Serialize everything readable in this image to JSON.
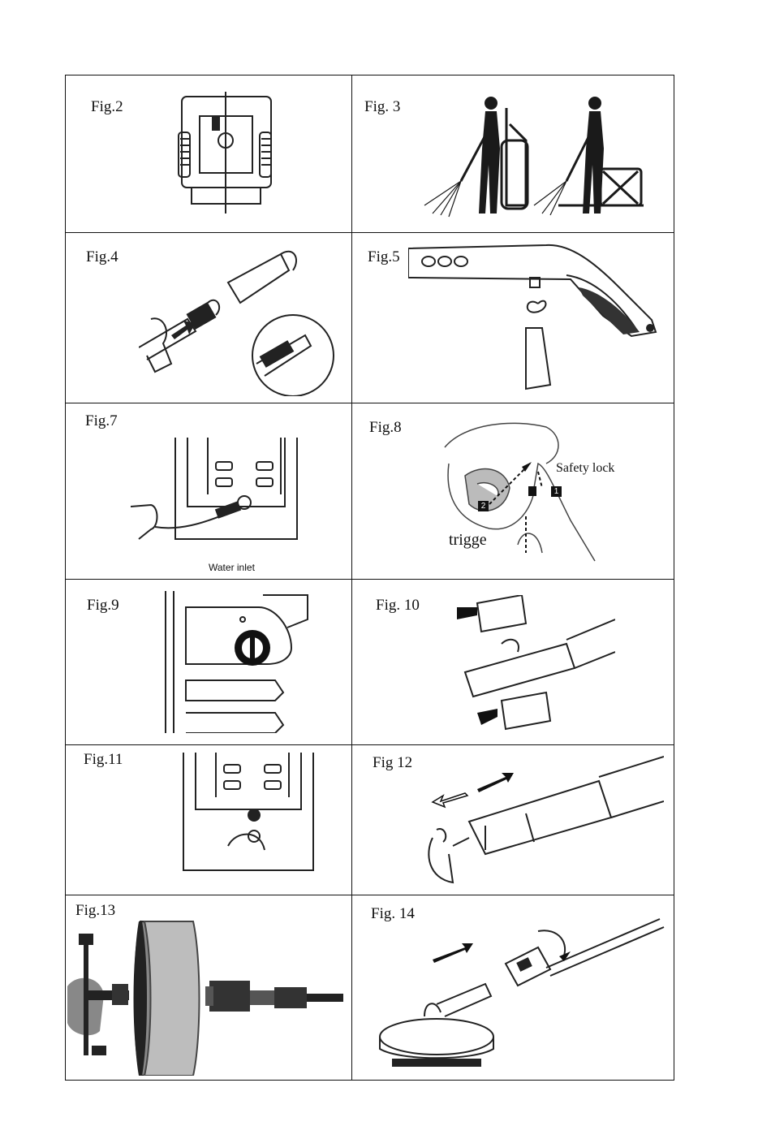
{
  "figures": {
    "fig2": {
      "label": "Fig.2"
    },
    "fig3": {
      "label": "Fig. 3"
    },
    "fig4": {
      "label": "Fig.4"
    },
    "fig5": {
      "label": "Fig.5"
    },
    "fig7": {
      "label": "Fig.7",
      "annotation": "Water inlet"
    },
    "fig8": {
      "label": "Fig.8",
      "annotation_safety": "Safety lock",
      "annotation_trigger": "trigge",
      "step1": "1",
      "step2": "2"
    },
    "fig9": {
      "label": "Fig.9"
    },
    "fig10": {
      "label": "Fig. 10"
    },
    "fig11": {
      "label": "Fig.11"
    },
    "fig12": {
      "label": "Fig 12"
    },
    "fig13": {
      "label": "Fig.13"
    },
    "fig14": {
      "label": "Fig. 14"
    }
  },
  "icons": {
    "fig2": "pressure-washer-back-icon",
    "fig3": "operator-spraying-icon",
    "fig4": "hose-connection-icon",
    "fig5": "spray-gun-icon",
    "fig7": "water-inlet-icon",
    "fig8": "trigger-safety-lock-icon",
    "fig9": "pressure-dial-icon",
    "fig10": "nozzle-rotation-icon",
    "fig11": "outlet-connection-icon",
    "fig12": "nozzle-cleaning-icon",
    "fig13": "surface-brush-icon",
    "fig14": "patio-cleaner-icon"
  }
}
